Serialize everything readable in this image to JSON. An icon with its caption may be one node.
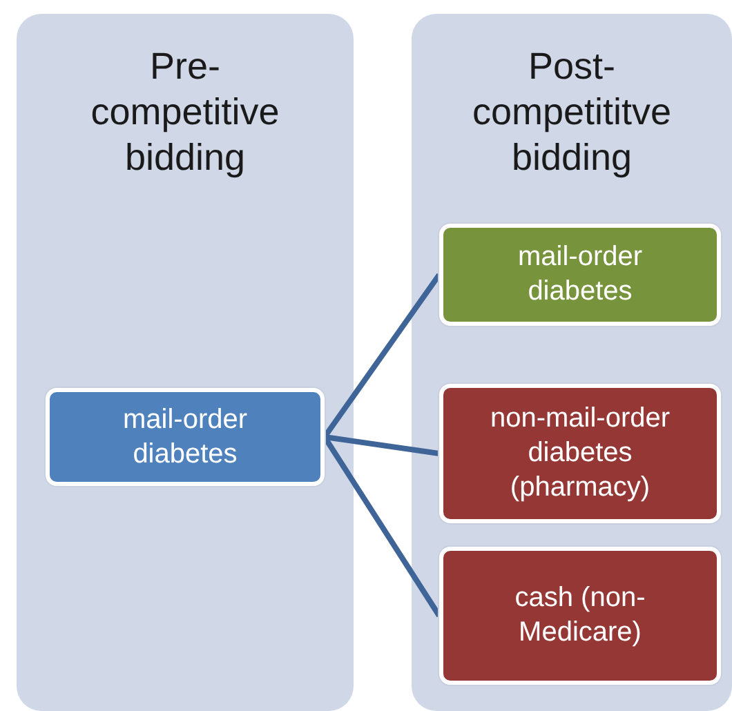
{
  "diagram": {
    "nodes": [
      {
        "text": [
          "Pre-competitive bidding"
        ]
      },
      {
        "text": [
          "Post-competititve bidding"
        ]
      },
      {
        "text": [
          "mail-order diabetes"
        ],
        "in": 0
      },
      {
        "text": [
          "mail-order diabetes"
        ],
        "in": 1
      },
      {
        "text": [
          "non-mail-order diabetes (pharmacy)"
        ],
        "in": 1
      },
      {
        "text": [
          "cash (non-Medicare)"
        ],
        "in": 1
      }
    ],
    "edges": [
      {
        "from": 2,
        "to": 3,
        "arrow": "none"
      },
      {
        "from": 2,
        "to": 4,
        "arrow": "none"
      },
      {
        "from": 2,
        "to": 5,
        "arrow": "none"
      }
    ]
  }
}
